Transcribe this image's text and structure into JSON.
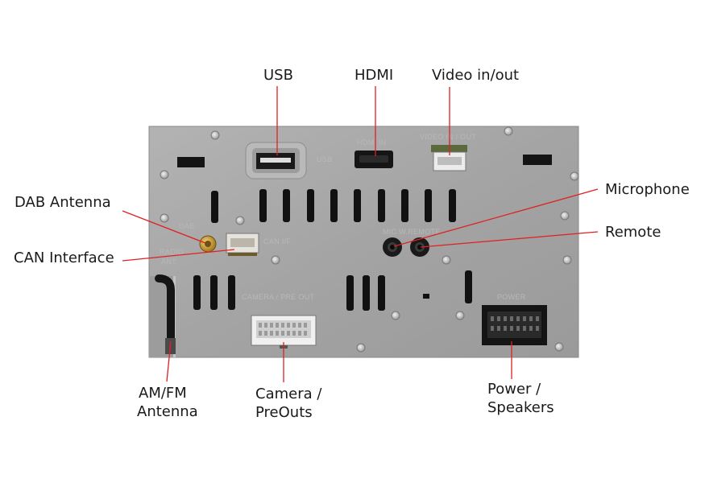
{
  "callouts": {
    "usb": "USB",
    "hdmi": "HDMI",
    "video": "Video in/out",
    "dab": "DAB Antenna",
    "can": "CAN Interface",
    "microphone": "Microphone",
    "remote": "Remote",
    "amfm_1": "AM/FM",
    "amfm_2": "Antenna",
    "camera_1": "Camera /",
    "camera_2": "PreOuts",
    "power_1": "Power /",
    "power_2": "Speakers"
  },
  "plate_labels": {
    "usb": "USB",
    "hdmi": "HDMI IN",
    "video": "VIDEO IN / OUT",
    "dab": "DAB",
    "can": "CAN I/F",
    "radio_1": "RADIO",
    "radio_2": "ANT.",
    "mic": "MIC   W.REMOTE",
    "camera": "CAMERA / PRE OUT",
    "power": "POWER"
  },
  "colors": {
    "leader_line": "#e02020",
    "plate": "#a7a7a7",
    "background": "#ffffff"
  }
}
